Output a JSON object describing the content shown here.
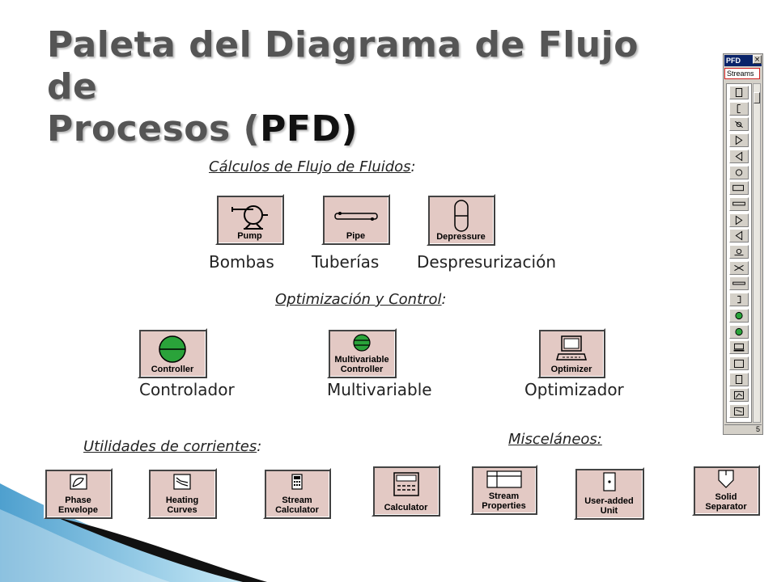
{
  "title": {
    "line1": "Paleta del Diagrama de Flujo de",
    "line2_pre": "Procesos (",
    "line2_pfd": "PFD",
    "line2_post": ")"
  },
  "sections": {
    "fluid_flow": {
      "text": "Cálculos de Flujo de Fluidos",
      "suffix": ":"
    },
    "optimization": {
      "text": "Optimización y Control",
      "suffix": ":"
    },
    "stream_utilities": {
      "text": "Utilidades de corrientes",
      "suffix": ":"
    },
    "misc": {
      "text": "Misceláneos:"
    }
  },
  "fluid_flow_buttons": [
    {
      "caption": "Pump",
      "label": "Bombas",
      "icon": "pump-icon"
    },
    {
      "caption": "Pipe",
      "label": "Tuberías",
      "icon": "pipe-icon"
    },
    {
      "caption": "Depressure",
      "label": "Despresurización",
      "icon": "vessel-icon"
    }
  ],
  "control_buttons": [
    {
      "caption": "Controller",
      "label": "Controlador",
      "icon": "controller-icon"
    },
    {
      "caption_line1": "Multivariable",
      "caption_line2": "Controller",
      "label": "Multivariable",
      "icon": "multivariable-controller-icon"
    },
    {
      "caption": "Optimizer",
      "label": "Optimizador",
      "icon": "computer-icon"
    }
  ],
  "utility_buttons": [
    {
      "caption_line1": "Phase",
      "caption_line2": "Envelope",
      "icon": "phase-envelope-icon"
    },
    {
      "caption_line1": "Heating",
      "caption_line2": "Curves",
      "icon": "heating-curves-icon"
    },
    {
      "caption_line1": "Stream",
      "caption_line2": "Calculator",
      "icon": "stream-calculator-icon"
    },
    {
      "caption": "Calculator",
      "icon": "calculator-icon"
    }
  ],
  "misc_buttons": [
    {
      "caption_line1": "Stream",
      "caption_line2": "Properties",
      "icon": "stream-properties-icon"
    },
    {
      "caption_line1": "User-added",
      "caption_line2": "Unit",
      "icon": "user-unit-icon"
    },
    {
      "caption_line1": "Solid",
      "caption_line2": "Separator",
      "icon": "solid-separator-icon"
    }
  ],
  "palette": {
    "title": "PFD",
    "close": "×",
    "tab": "Streams",
    "status": "5"
  },
  "colors": {
    "button_bg": "#e3c9c4",
    "title_text": "#555555",
    "decor_blue": "#4aa3cf"
  }
}
